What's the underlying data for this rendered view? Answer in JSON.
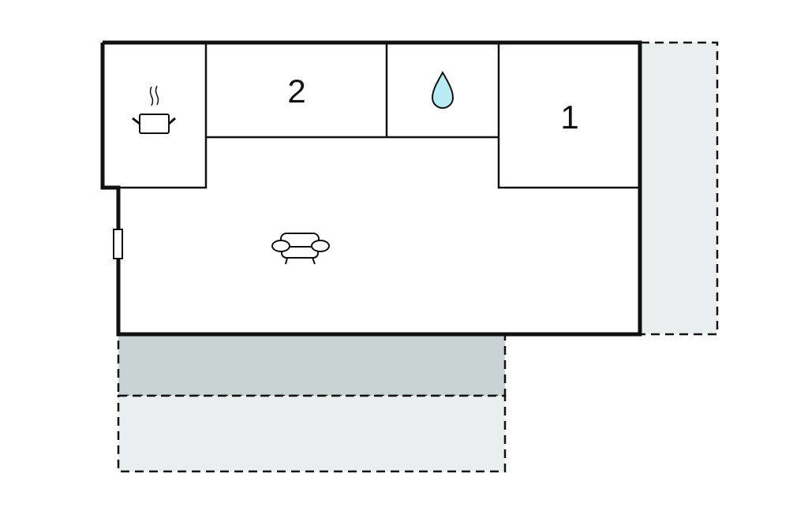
{
  "plan": {
    "rooms": [
      {
        "id": "kitchen",
        "icon": "cooking-pot-icon"
      },
      {
        "id": "bedroom-2",
        "label": "2"
      },
      {
        "id": "bathroom",
        "icon": "water-drop-icon"
      },
      {
        "id": "bedroom-1",
        "label": "1"
      },
      {
        "id": "living-room",
        "icon": "sofa-icon"
      }
    ],
    "colors": {
      "wall": "#000000",
      "terrace_light": "#eaeeee",
      "terrace_dark": "#c9d3d3",
      "water": "#b8ecf5"
    }
  }
}
